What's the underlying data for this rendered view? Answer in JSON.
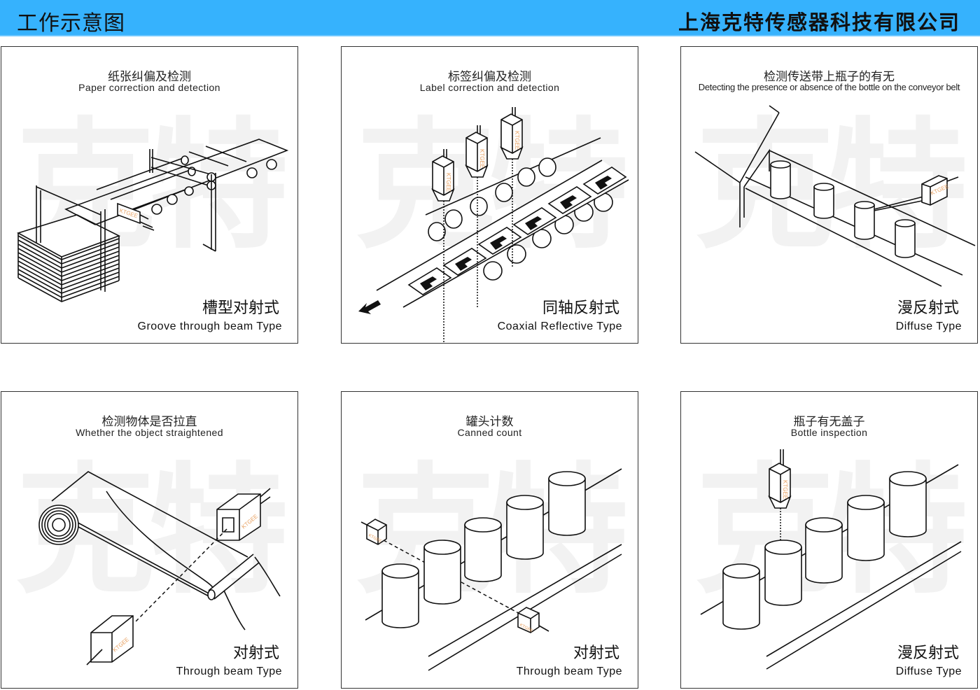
{
  "header": {
    "title": "工作示意图",
    "company": "上海克特传感器科技有限公司",
    "background_color": "#36b2fd"
  },
  "watermark": "克特",
  "sensor_brand": "KTGEE",
  "panels": [
    {
      "title_cn": "纸张纠偏及检测",
      "title_en": "Paper correction and detection",
      "type_cn": "槽型对射式",
      "type_en": "Groove through beam Type",
      "illustration": "paper-stack-conveyor"
    },
    {
      "title_cn": "标签纠偏及检测",
      "title_en": "Label correction and detection",
      "type_cn": "同轴反射式",
      "type_en": "Coaxial Reflective Type",
      "illustration": "label-belt-with-sensors"
    },
    {
      "title_cn": "检测传送带上瓶子的有无",
      "title_en": "Detecting the presence or absence of the bottle on the conveyor belt",
      "type_cn": "漫反射式",
      "type_en": "Diffuse Type",
      "illustration": "bottles-on-conveyor"
    },
    {
      "title_cn": "检测物体是否拉直",
      "title_en": "Whether the object straightened",
      "type_cn": "对射式",
      "type_en": "Through beam Type",
      "illustration": "film-roll"
    },
    {
      "title_cn": "罐头计数",
      "title_en": "Canned count",
      "type_cn": "对射式",
      "type_en": "Through beam Type",
      "illustration": "can-counting"
    },
    {
      "title_cn": "瓶子有无盖子",
      "title_en": "Bottle inspection",
      "type_cn": "漫反射式",
      "type_en": "Diffuse Type",
      "illustration": "bottle-cap-inspection"
    }
  ]
}
